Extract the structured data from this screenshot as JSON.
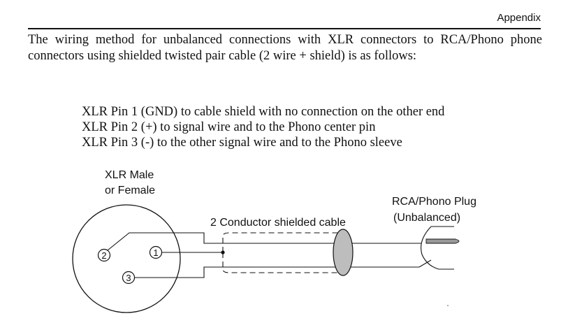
{
  "header": {
    "section": "Appendix"
  },
  "intro": "The wiring method for unbalanced connections with XLR connectors to RCA/Phono phone connectors using shielded twisted pair cable (2 wire + shield) is as follows:",
  "pins": [
    "XLR Pin 1 (GND) to cable shield with no connection on the other end",
    "XLR Pin 2 (+) to signal wire and to the Phono center pin",
    "XLR Pin 3 (-) to the other signal wire and to the Phono sleeve"
  ],
  "diagram": {
    "xlr_label_line1": "XLR Male",
    "xlr_label_line2": "or Female",
    "cable_label": "2 Conductor shielded cable",
    "rca_label_line1": "RCA/Phono Plug",
    "rca_label_line2": "(Unbalanced)",
    "pin1": "1",
    "pin2": "2",
    "pin3": "3"
  }
}
